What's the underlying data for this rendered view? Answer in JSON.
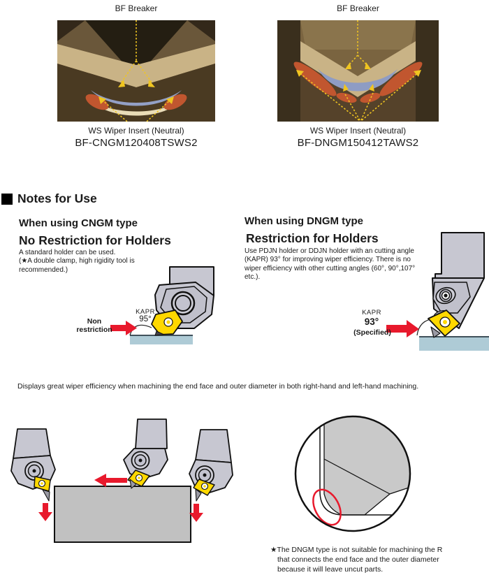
{
  "figures": {
    "left": {
      "breaker_label": "BF Breaker",
      "wiper_label": "WS Wiper Insert (Neutral)",
      "part_number": "BF-CNGM120408TSWS2"
    },
    "right": {
      "breaker_label": "BF Breaker",
      "wiper_label": "WS Wiper Insert (Neutral)",
      "part_number": "BF-DNGM150412TAWS2"
    }
  },
  "notes": {
    "section_title": "Notes for Use",
    "cngm": {
      "heading": "When using CNGM type",
      "subheading": "No Restriction for Holders",
      "body_lines": [
        "A standard holder can be used.",
        "(★A double clamp, high rigidity tool is",
        "recommended.)"
      ],
      "arrow_label_line1": "Non",
      "arrow_label_line2": "restriction",
      "kapr_label": "KAPR",
      "kapr_value": "95°"
    },
    "dngm": {
      "heading": "When using DNGM type",
      "subheading": "Restriction for Holders",
      "body_lines": [
        "Use PDJN holder or DDJN holder with an cutting angle",
        "(KAPR) 93° for improving wiper efficiency. There is no",
        "wiper efficiency with other cutting angles (60°, 90°,107°",
        "etc.)."
      ],
      "kapr_label": "KAPR",
      "kapr_value": "93°",
      "kapr_note": "(Specified)"
    }
  },
  "efficiency_note": "Displays great wiper efficiency when machining the end face and outer diameter in both right-hand and left-hand machining.",
  "footnote": {
    "lines": [
      "★The DNGM type is not suitable for machining the R",
      "that connects the end face and the outer diameter",
      "because it will leave uncut parts."
    ]
  },
  "colors": {
    "insert_yellow": "#ffd800",
    "holder_gray": "#c7c7d1",
    "arrow_red": "#e8192c",
    "workpiece_blue": "#aecbd6",
    "block_gray": "#c1c1c1",
    "photo_arrow_yellow": "#f0c520"
  }
}
